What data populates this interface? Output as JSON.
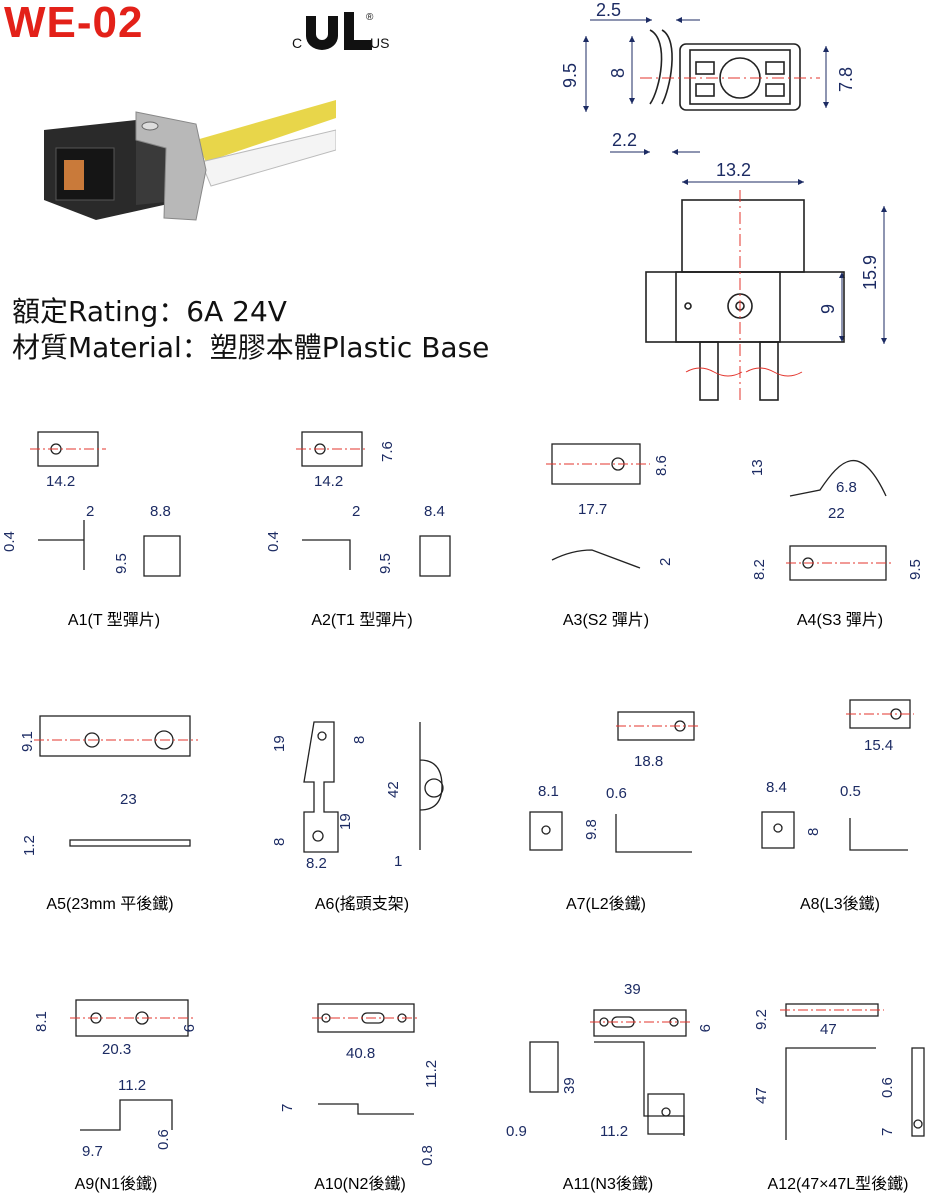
{
  "header": {
    "model": "WE-02",
    "cert_c": "C",
    "cert_us": "US",
    "cert_reg": "®"
  },
  "specs": {
    "rating": "額定Rating：6A 24V",
    "material": "材質Material：塑膠本體Plastic Base"
  },
  "main_dims": {
    "top_view": [
      "2.5",
      "9.5",
      "8",
      "2.2",
      "7.8"
    ],
    "front_view": [
      "13.2",
      "15.9",
      "9"
    ]
  },
  "parts": [
    {
      "caption": "A1(T 型彈片)",
      "dims": [
        "14.2",
        "2",
        "8.8",
        "0.4",
        "9.5"
      ]
    },
    {
      "caption": "A2(T1 型彈片)",
      "dims": [
        "7.6",
        "14.2",
        "2",
        "8.4",
        "0.4",
        "9.5"
      ]
    },
    {
      "caption": "A3(S2 彈片)",
      "dims": [
        "8.6",
        "17.7",
        "2"
      ]
    },
    {
      "caption": "A4(S3 彈片)",
      "dims": [
        "13",
        "6.8",
        "22",
        "8.2",
        "9.5"
      ]
    },
    {
      "caption": "A5(23mm 平後鐵)",
      "dims": [
        "9.1",
        "23",
        "1.2"
      ]
    },
    {
      "caption": "A6(搖頭支架)",
      "dims": [
        "19",
        "8",
        "42",
        "19",
        "8",
        "8.2",
        "1"
      ]
    },
    {
      "caption": "A7(L2後鐵)",
      "dims": [
        "18.8",
        "8.1",
        "0.6",
        "9.8"
      ]
    },
    {
      "caption": "A8(L3後鐵)",
      "dims": [
        "15.4",
        "8.4",
        "0.5",
        "8"
      ]
    },
    {
      "caption": "A9(N1後鐵)",
      "dims": [
        "8.1",
        "9",
        "20.3",
        "11.2",
        "0.6",
        "9.7"
      ]
    },
    {
      "caption": "A10(N2後鐵)",
      "dims": [
        "40.8",
        "11.2",
        "7",
        "0.8"
      ]
    },
    {
      "caption": "A11(N3後鐵)",
      "dims": [
        "39",
        "9",
        "39",
        "0.9",
        "11.2"
      ]
    },
    {
      "caption": "A12(47×47L型後鐵)",
      "dims": [
        "9.2",
        "47",
        "47",
        "0.6",
        "7"
      ]
    }
  ],
  "colors": {
    "title": "#e32119",
    "dimension": "#1c2b63",
    "centerline": "#e3342c",
    "outline": "#222222"
  }
}
